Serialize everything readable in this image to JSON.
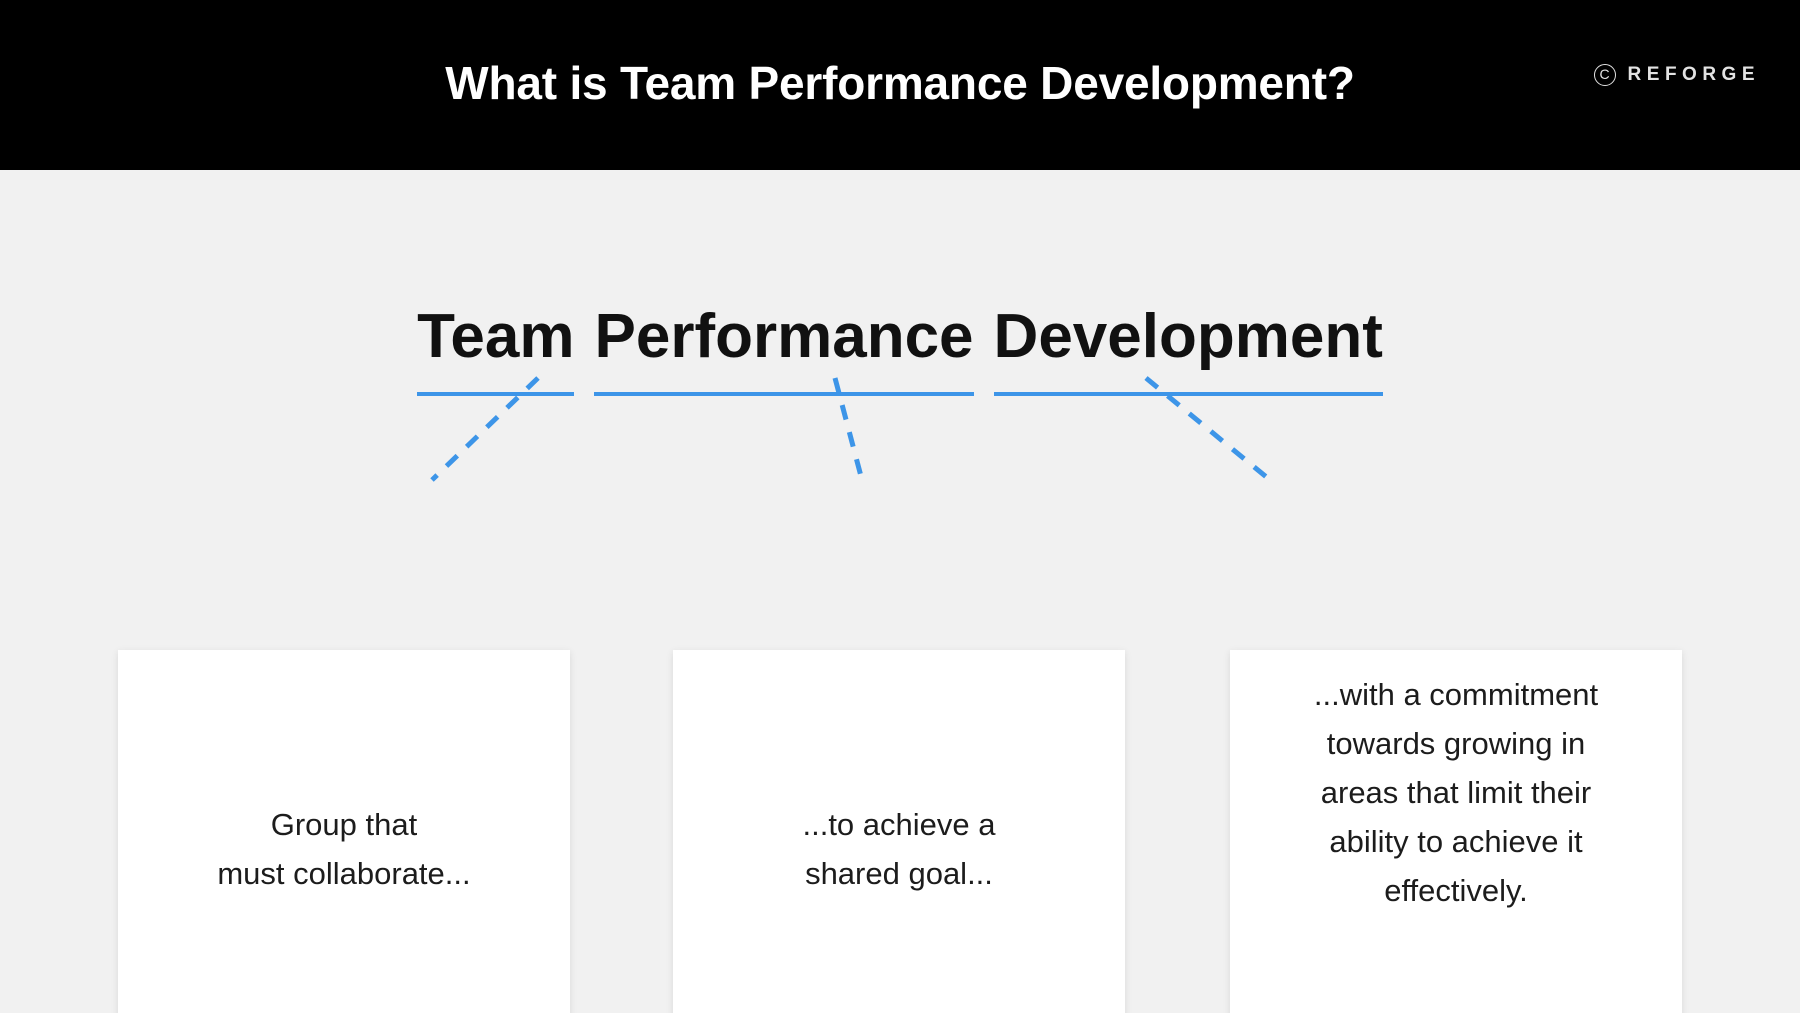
{
  "header": {
    "title": "What is Team Performance Development?",
    "brand": {
      "mark": "copyright-icon",
      "mark_glyph": "C",
      "name": "REFORGE"
    },
    "background_color": "#000000",
    "text_color": "#ffffff"
  },
  "slide": {
    "background_color": "#f1f1f1",
    "accent_color": "#3d95e8",
    "headline": {
      "full_text": "Team Performance Development",
      "words": [
        {
          "text": "Team"
        },
        {
          "text": "Performance"
        },
        {
          "text": "Development"
        }
      ]
    },
    "cards": [
      {
        "id": "card-1",
        "text": "Group that\nmust collaborate...",
        "background_color": "#ffffff"
      },
      {
        "id": "card-2",
        "text": "...to achieve a\nshared goal...",
        "background_color": "#ffffff"
      },
      {
        "id": "card-3",
        "text": "...with a commitment\ntowards growing in\nareas that limit their\nability to achieve it\neffectively.",
        "background_color": "#ffffff"
      }
    ]
  }
}
